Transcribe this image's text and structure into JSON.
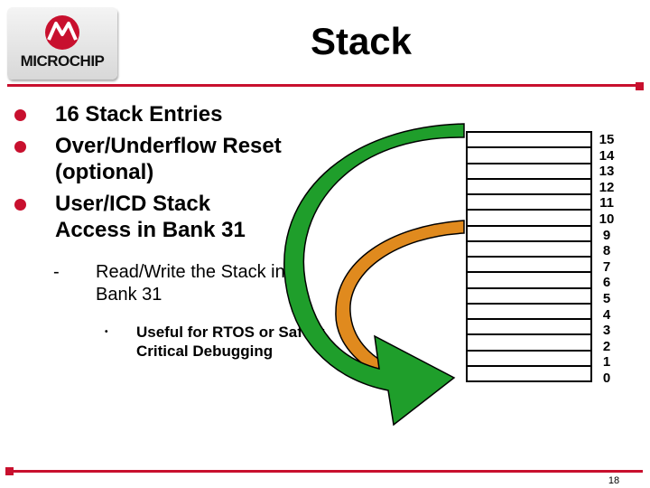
{
  "header": {
    "logo_text": "MICROCHIP",
    "title": "Stack"
  },
  "bullets": [
    {
      "label": "16 Stack Entries"
    },
    {
      "label": "Over/Underflow Reset (optional)"
    },
    {
      "label": "User/ICD Stack Access in Bank 31"
    }
  ],
  "sub_bullet": {
    "marker": "-",
    "label": "Read/Write the Stack in Bank 31"
  },
  "sub_sub_bullet": {
    "marker": "•",
    "label": "Useful for RTOS or Safety Critical Debugging"
  },
  "stack": {
    "entries": [
      "15",
      "14",
      "13",
      "12",
      "11",
      "10",
      "9",
      "8",
      "7",
      "6",
      "5",
      "4",
      "3",
      "2",
      "1",
      "0"
    ]
  },
  "footer": {
    "page_number": "18"
  },
  "colors": {
    "brand_red": "#c8102e",
    "arrow_green": "#1f9e2b",
    "arrow_orange": "#e08a1e"
  }
}
